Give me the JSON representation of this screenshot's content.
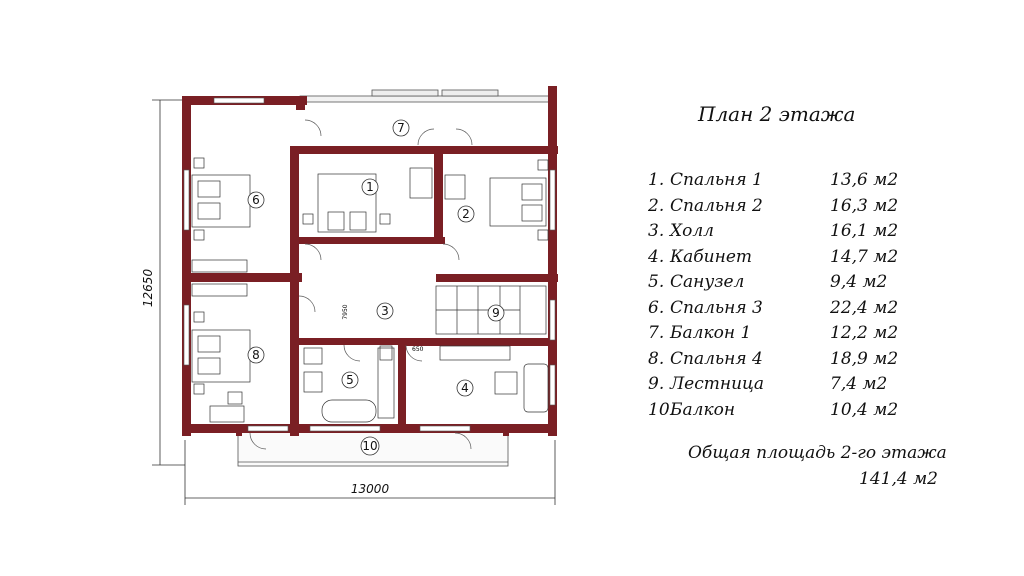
{
  "title": "План 2 этажа",
  "rooms": [
    {
      "no": "1.",
      "name": "Спальня 1",
      "area": "13,6 м2"
    },
    {
      "no": "2.",
      "name": "Спальня 2",
      "area": "16,3 м2"
    },
    {
      "no": "3.",
      "name": "Холл",
      "area": "16,1 м2"
    },
    {
      "no": "4.",
      "name": "Кабинет",
      "area": "14,7 м2"
    },
    {
      "no": "5.",
      "name": "Санузел",
      "area": "9,4 м2"
    },
    {
      "no": "6.",
      "name": "Спальня 3",
      "area": "22,4 м2"
    },
    {
      "no": "7.",
      "name": "Балкон 1",
      "area": "12,2 м2"
    },
    {
      "no": "8.",
      "name": "Спальня 4",
      "area": "18,9 м2"
    },
    {
      "no": "9.",
      "name": "Лестница",
      "area": "7,4 м2"
    },
    {
      "no": "10.",
      "name": "Балкон",
      "area": "10,4 м2"
    }
  ],
  "total_label": "Общая площадь 2-го этажа",
  "total_value": "141,4 м2",
  "plan": {
    "dim_width": "13000",
    "dim_height": "12650",
    "dim_hall": "7950",
    "dim_bath": "650",
    "room_markers": [
      "1",
      "2",
      "3",
      "4",
      "5",
      "6",
      "7",
      "8",
      "9",
      "10"
    ],
    "wall_color": "#7a1f24"
  }
}
